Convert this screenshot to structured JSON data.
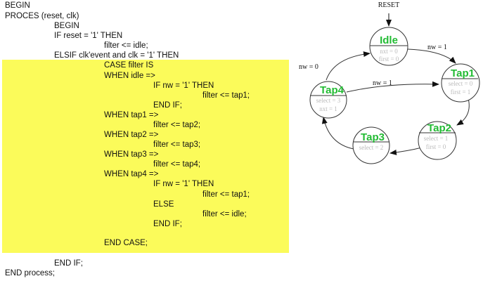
{
  "code": {
    "lines": [
      "BEGIN",
      "PROCES (reset, clk)",
      "BEGIN",
      "IF reset = '1' THEN",
      "filter <= idle;",
      "ELSIF clk'event and clk = '1' THEN",
      "CASE filter IS",
      "WHEN idle =>",
      "IF nw = '1' THEN",
      "filter <= tap1;",
      "END IF;",
      "WHEN tap1 =>",
      "filter <= tap2;",
      "WHEN tap2 =>",
      "filter <= tap3;",
      "WHEN tap3 =>",
      "filter <= tap4;",
      "WHEN tap4 =>",
      "IF nw = '1' THEN",
      "filter <= tap1;",
      "ELSE",
      "filter <= idle;",
      "END IF;",
      "END CASE;",
      "END IF;",
      "END process;"
    ],
    "highlight_color": "#fbfb5a"
  },
  "diagram": {
    "reset_label": "RESET",
    "states": [
      {
        "name": "Idle",
        "l1": "nxt = 0",
        "l2": "first = 0"
      },
      {
        "name": "Tap1",
        "l1": "select = 0",
        "l2": "first = 1"
      },
      {
        "name": "Tap2",
        "l1": "select = 1",
        "l2": "first = 0"
      },
      {
        "name": "Tap3",
        "l1": "select = 2"
      },
      {
        "name": "Tap4",
        "l1": "select = 3",
        "l2": "nxt = 1"
      }
    ],
    "transitions": {
      "idle_to_tap1": "nw = 1",
      "tap4_to_tap1": "nw = 1",
      "tap4_to_idle": "nw = 0"
    },
    "state_color": "#22bb33"
  }
}
